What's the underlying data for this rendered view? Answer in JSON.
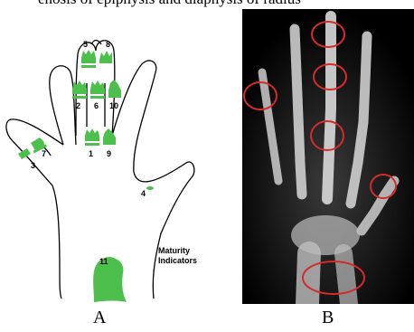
{
  "header": {
    "cut_text": "enosis of epiphysis and diaphysis of radius"
  },
  "panel_a": {
    "labels": [
      "5",
      "8",
      "2",
      "6",
      "10",
      "1",
      "9",
      "7",
      "3",
      "4",
      "11"
    ],
    "legend_title": "Maturity",
    "legend_subtitle": "Indicators",
    "caption": "A"
  },
  "panel_b": {
    "caption": "B"
  },
  "colors": {
    "indicator_green": "#4cbf4c",
    "circle_red": "#d42b2b",
    "xray_bg": "#000000"
  }
}
